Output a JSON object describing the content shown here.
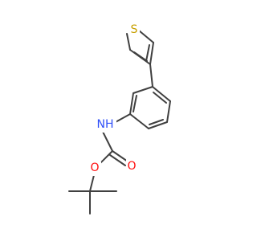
{
  "molecule": {
    "colors": {
      "bond": "#404040",
      "carbon": "#404040",
      "oxygen": "#ff0d0d",
      "nitrogen": "#3050f8",
      "sulfur": "#c8a000",
      "background": "#ffffff"
    },
    "atoms": {
      "sulfur": {
        "symbol": "S"
      },
      "nitrogen_h": {
        "symbol": "NH"
      },
      "carbonyl_oxygen": {
        "symbol": "O"
      },
      "ester_oxygen": {
        "symbol": "O"
      }
    }
  }
}
